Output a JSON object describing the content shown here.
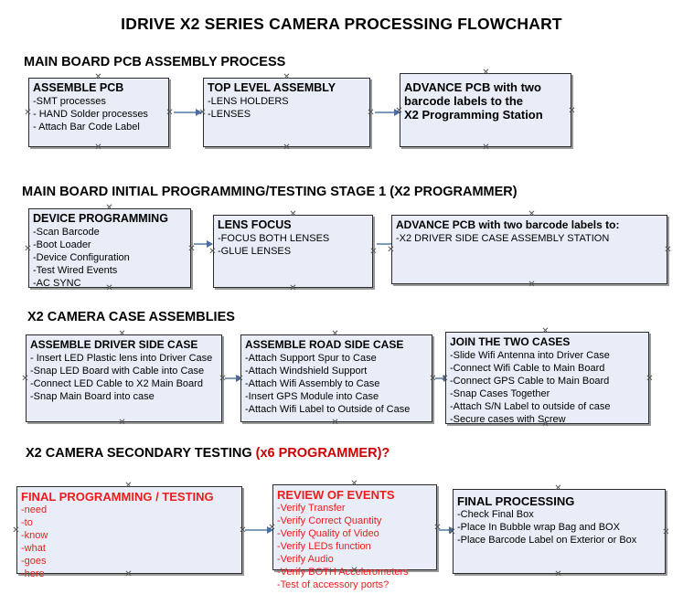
{
  "document": {
    "title": "IDRIVE X2  SERIES CAMERA PROCESSING FLOWCHART"
  },
  "sections": [
    {
      "heading": "MAIN BOARD PCB ASSEMBLY PROCESS",
      "heading_accent": "",
      "boxes": [
        {
          "title": "ASSEMBLE PCB",
          "lines": [
            "-SMT processes",
            "- HAND Solder processes",
            "- Attach Bar Code Label"
          ]
        },
        {
          "title": "TOP LEVEL ASSEMBLY",
          "lines": [
            "-LENS HOLDERS",
            "-LENSES"
          ]
        },
        {
          "title": "ADVANCE PCB with two",
          "lines": [
            "barcode labels to the",
            " X2 Programming Station"
          ]
        }
      ]
    },
    {
      "heading": "MAIN BOARD INITIAL PROGRAMMING/TESTING STAGE 1 (X2 PROGRAMMER)",
      "heading_accent": "",
      "boxes": [
        {
          "title": "DEVICE PROGRAMMING",
          "lines": [
            "-Scan Barcode",
            "-Boot Loader",
            "-Device Configuration",
            "-Test Wired Events",
            "-AC SYNC"
          ]
        },
        {
          "title": "LENS FOCUS",
          "lines": [
            "-FOCUS BOTH LENSES",
            "-GLUE LENSES"
          ]
        },
        {
          "title": "ADVANCE PCB with two barcode labels to:",
          "lines": [
            "-X2 DRIVER  SIDE  CASE  ASSEMBLY STATION"
          ]
        }
      ]
    },
    {
      "heading": "X2 CAMERA CASE ASSEMBLIES",
      "heading_accent": "",
      "boxes": [
        {
          "title": "ASSEMBLE DRIVER SIDE CASE",
          "lines": [
            "- Insert LED Plastic lens into Driver Case",
            "-Snap LED Board with Cable into Case",
            "-Connect LED Cable to X2 Main Board",
            "-Snap Main Board into case"
          ]
        },
        {
          "title": "ASSEMBLE ROAD SIDE CASE",
          "lines": [
            "-Attach Support Spur to Case",
            "-Attach Windshield Support",
            "-Attach Wifi Assembly to Case",
            "-Insert GPS Module into Case",
            "-Attach Wifi Label to Outside of Case"
          ]
        },
        {
          "title": "JOIN THE TWO CASES",
          "lines": [
            "-Slide Wifi Antenna into Driver Case",
            "-Connect Wifi Cable to Main Board",
            "-Connect GPS Cable to Main Board",
            "-Snap Cases Together",
            "-Attach S/N Label to outside of case",
            "-Secure cases with Screw"
          ]
        }
      ]
    },
    {
      "heading": "X2 CAMERA SECONDARY TESTING ",
      "heading_accent": "(x6 PROGRAMMER)?",
      "boxes": [
        {
          "title": "FINAL PROGRAMMING / TESTING",
          "lines": [
            "-need",
            "-to",
            "-know",
            "-what",
            "-goes",
            "-here"
          ]
        },
        {
          "title": "REVIEW OF EVENTS",
          "lines": [
            "-Verify Transfer",
            "-Verify Correct Quantity",
            "-Verify Quality of Video",
            "-Verify LEDs function",
            "-Verify Audio",
            "-Verify BOTH Accelerometers",
            "-Test of accessory ports?"
          ]
        },
        {
          "title": "FINAL PROCESSING",
          "lines": [
            " -Check Final Box",
            "-Place In Bubble wrap Bag and BOX",
            "-Place Barcode Label on Exterior or Box"
          ]
        }
      ]
    }
  ],
  "colors": {
    "box_fill": "#e8edf7",
    "box_border": "#2b2b2b",
    "connector": "#7e9cb9",
    "accent_red": "#ee1c1c",
    "heading_red": "#cc0000"
  }
}
